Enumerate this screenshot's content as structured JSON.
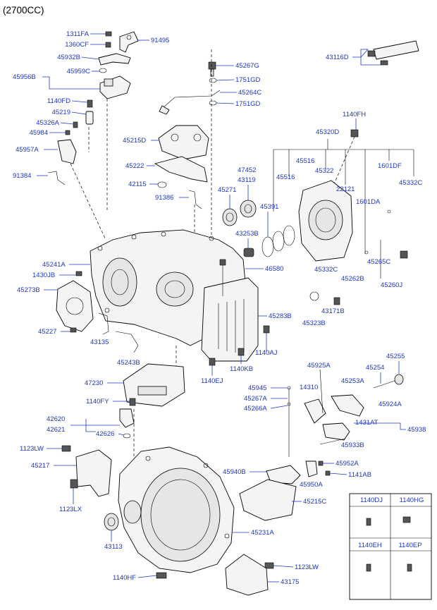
{
  "header": "(2700CC)",
  "labels": {
    "p1311FA": "1311FA",
    "p1360CF": "1360CF",
    "p91495": "91495",
    "p45932B": "45932B",
    "p45956B": "45956B",
    "p45959C": "45959C",
    "p1140FD": "1140FD",
    "p45219": "45219",
    "p45326A": "45326A",
    "p45984": "45984",
    "p45957A": "45957A",
    "p91384": "91384",
    "p45267G": "45267G",
    "p1751GD_a": "1751GD",
    "p45264C": "45264C",
    "p1751GD_b": "1751GD",
    "p43116D": "43116D",
    "p1140FH": "1140FH",
    "p45320D": "45320D",
    "p45215D": "45215D",
    "p45222": "45222",
    "p42115": "42115",
    "p91386": "91386",
    "p47452": "47452",
    "p43119": "43119",
    "p45516_a": "45516",
    "p45516_b": "45516",
    "p45322": "45322",
    "p1601DF": "1601DF",
    "p45332C_a": "45332C",
    "p45271": "45271",
    "p22121": "22121",
    "p45391": "45391",
    "p1601DA": "1601DA",
    "p43253B": "43253B",
    "p45241A": "45241A",
    "p1430JB": "1430JB",
    "p45273B": "45273B",
    "p46580": "46580",
    "p45332C_b": "45332C",
    "p45265C": "45265C",
    "p45262B": "45262B",
    "p45260J": "45260J",
    "p45283B": "45283B",
    "p43171B": "43171B",
    "p45323B": "45323B",
    "p45227": "45227",
    "p43135": "43135",
    "p1140AJ": "1140AJ",
    "p45243B": "45243B",
    "p1140KB": "1140KB",
    "p45925A": "45925A",
    "p45255": "45255",
    "p45254": "45254",
    "p47230": "47230",
    "p1140EJ": "1140EJ",
    "p45945": "45945",
    "p14310": "14310",
    "p45253A": "45253A",
    "p1140FY": "1140FY",
    "p45267A": "45267A",
    "p45266A": "45266A",
    "p45924A": "45924A",
    "p42620": "42620",
    "p42621": "42621",
    "p42626": "42626",
    "p1431AT": "1431AT",
    "p45938": "45938",
    "p45933B": "45933B",
    "p1123LW_a": "1123LW",
    "p45217": "45217",
    "p45940B": "45940B",
    "p45952A": "45952A",
    "p1141AB": "1141AB",
    "p45950A": "45950A",
    "p1123LX": "1123LX",
    "p45215C": "45215C",
    "p45231A": "45231A",
    "p43113": "43113",
    "p1123LW_b": "1123LW",
    "p1140HF": "1140HF",
    "p43175": "43175"
  },
  "legend": {
    "cells": [
      "1140DJ",
      "1140HG",
      "1140EH",
      "1140EP"
    ]
  }
}
